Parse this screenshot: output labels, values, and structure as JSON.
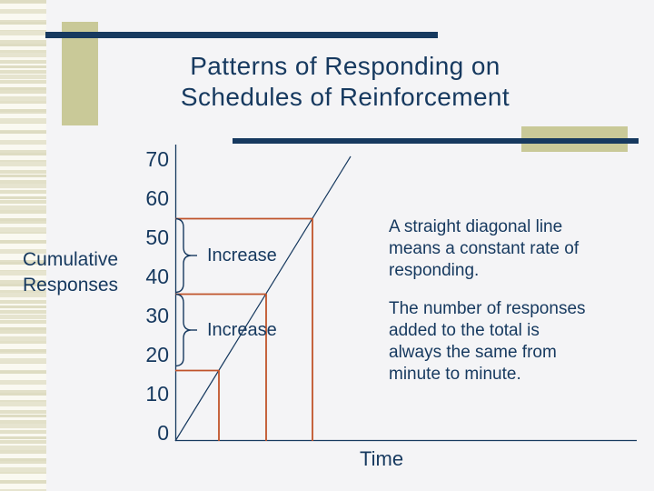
{
  "slide": {
    "title": {
      "lines": [
        "Patterns of Responding on",
        "Schedules of Reinforcement"
      ]
    }
  },
  "chart": {
    "y_axis_label": {
      "lines": [
        "Cumulative",
        "Responses"
      ]
    },
    "x_axis_label": "Time",
    "y_ticks": [
      "70",
      "60",
      "50",
      "40",
      "30",
      "20",
      "10",
      "0"
    ],
    "brace_labels": [
      "Increase",
      "Increase"
    ]
  },
  "annotations": {
    "note1": {
      "lines": [
        "A straight diagonal line",
        "means a constant rate of",
        "responding."
      ]
    },
    "note2": {
      "lines": [
        "The number of responses",
        "added to the total is",
        "always the same from",
        "minute to minute."
      ]
    }
  },
  "colors": {
    "navy": "#16395f",
    "accent_orange": "#c0532a",
    "tan": "#c9c998",
    "background": "#f4f4f6"
  },
  "chart_data": {
    "type": "line",
    "title": "Patterns of Responding on Schedules of Reinforcement",
    "xlabel": "Time",
    "ylabel": "Cumulative Responses",
    "ylim": [
      0,
      70
    ],
    "yticks": [
      0,
      10,
      20,
      30,
      40,
      50,
      60,
      70
    ],
    "grid": false,
    "legend": false,
    "series": [
      {
        "name": "cumulative responses (constant rate)",
        "description": "single straight diagonal line from the origin",
        "x": [
          0,
          1,
          2,
          3
        ],
        "y": [
          0,
          15,
          35,
          55
        ]
      }
    ],
    "guide_lines": {
      "marked_cumulative_values": [
        15,
        35,
        55
      ],
      "equal_time_steps": true,
      "increase_per_step": 20
    },
    "annotations": [
      {
        "label": "Increase",
        "from_y": 35,
        "to_y": 55
      },
      {
        "label": "Increase",
        "from_y": 15,
        "to_y": 35
      },
      {
        "text": "A straight diagonal line means a constant rate of responding."
      },
      {
        "text": "The number of responses added to the total is always the same from minute to minute."
      }
    ]
  }
}
